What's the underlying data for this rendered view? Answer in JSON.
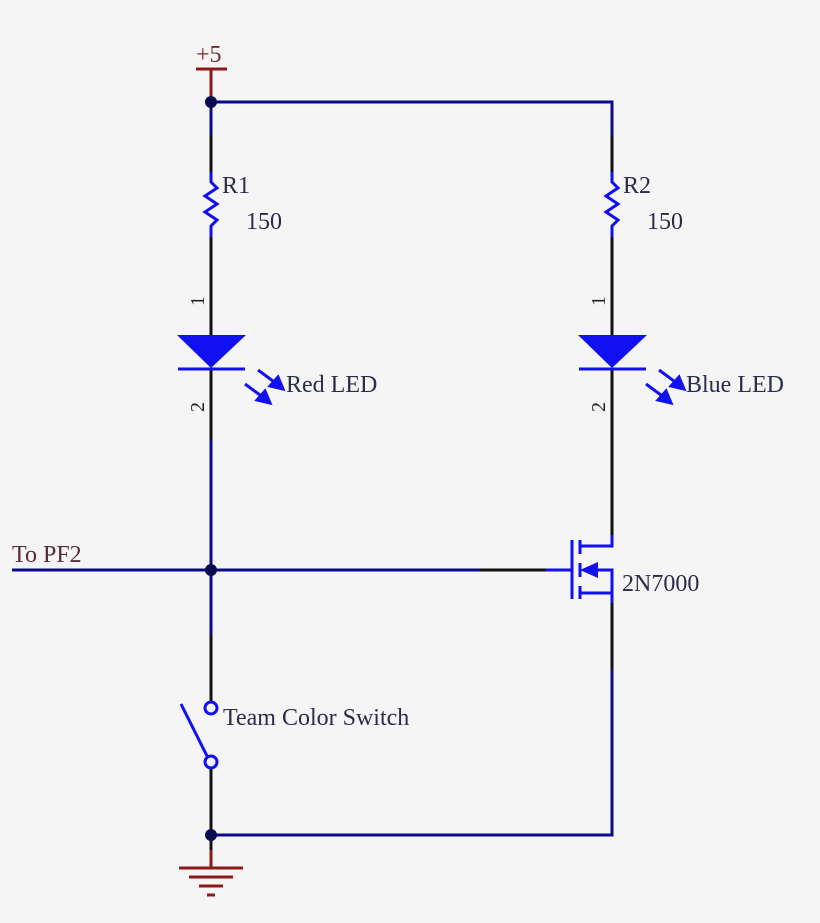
{
  "power": {
    "label": "+5"
  },
  "r1": {
    "ref": "R1",
    "value": "150"
  },
  "r2": {
    "ref": "R2",
    "value": "150"
  },
  "led1": {
    "label": "Red LED",
    "pin1": "1",
    "pin2": "2"
  },
  "led2": {
    "label": "Blue LED",
    "pin1": "1",
    "pin2": "2"
  },
  "net": {
    "label": "To PF2"
  },
  "mosfet": {
    "label": "2N7000"
  },
  "switch": {
    "label": "Team Color Switch"
  },
  "colors": {
    "wire": "#0b0b8a",
    "component": "#1010f0",
    "power": "#8b1a1a",
    "black": "#111111",
    "text": "#2b2b4a"
  }
}
